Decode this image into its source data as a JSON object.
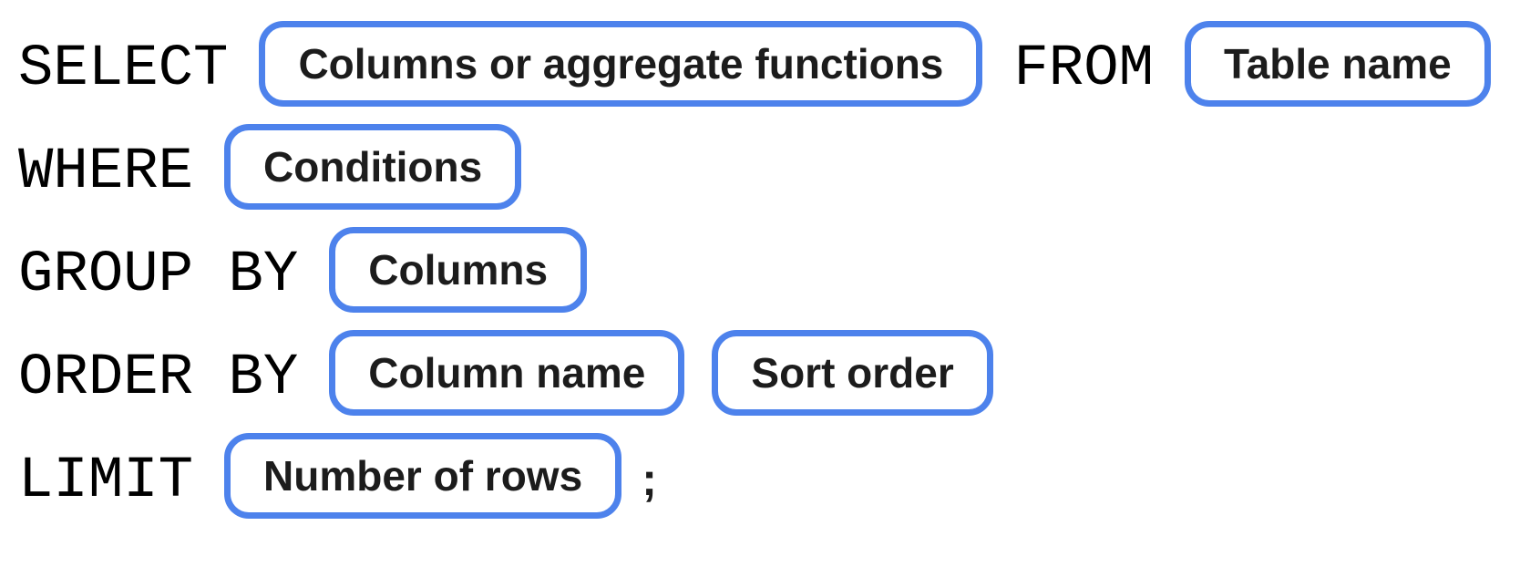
{
  "colors": {
    "pill_border": "#4d82ec",
    "keyword_text": "#000000",
    "pill_text": "#1c1c1c",
    "page_bg": "#ffffff"
  },
  "statement": {
    "select": {
      "keyword": "SELECT",
      "pill": "Columns or aggregate functions"
    },
    "from": {
      "keyword": "FROM",
      "pill": "Table name"
    },
    "where": {
      "keyword": "WHERE",
      "pill": "Conditions"
    },
    "group_by": {
      "keyword": "GROUP BY",
      "pill": "Columns"
    },
    "order_by": {
      "keyword": "ORDER BY",
      "pills": [
        "Column name",
        "Sort order"
      ]
    },
    "limit": {
      "keyword": "LIMIT",
      "pill": "Number of rows"
    },
    "terminator": ";"
  }
}
